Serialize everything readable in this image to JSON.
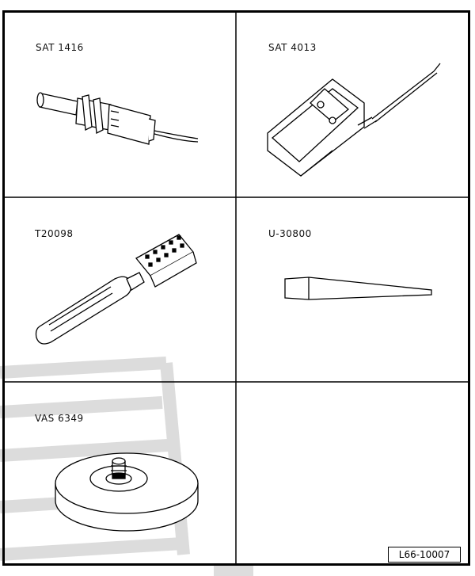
{
  "tools": [
    {
      "label": "SAT 1416",
      "icon": "heat-gun-illustration"
    },
    {
      "label": "SAT 4013",
      "icon": "digital-thermometer-illustration"
    },
    {
      "label": "T20098",
      "icon": "connector-release-tool-illustration"
    },
    {
      "label": "U-30800",
      "icon": "wedge-pin-illustration"
    },
    {
      "label": "VAS 6349",
      "icon": "magnetic-base-illustration"
    }
  ],
  "reference_code": "L66-10007"
}
